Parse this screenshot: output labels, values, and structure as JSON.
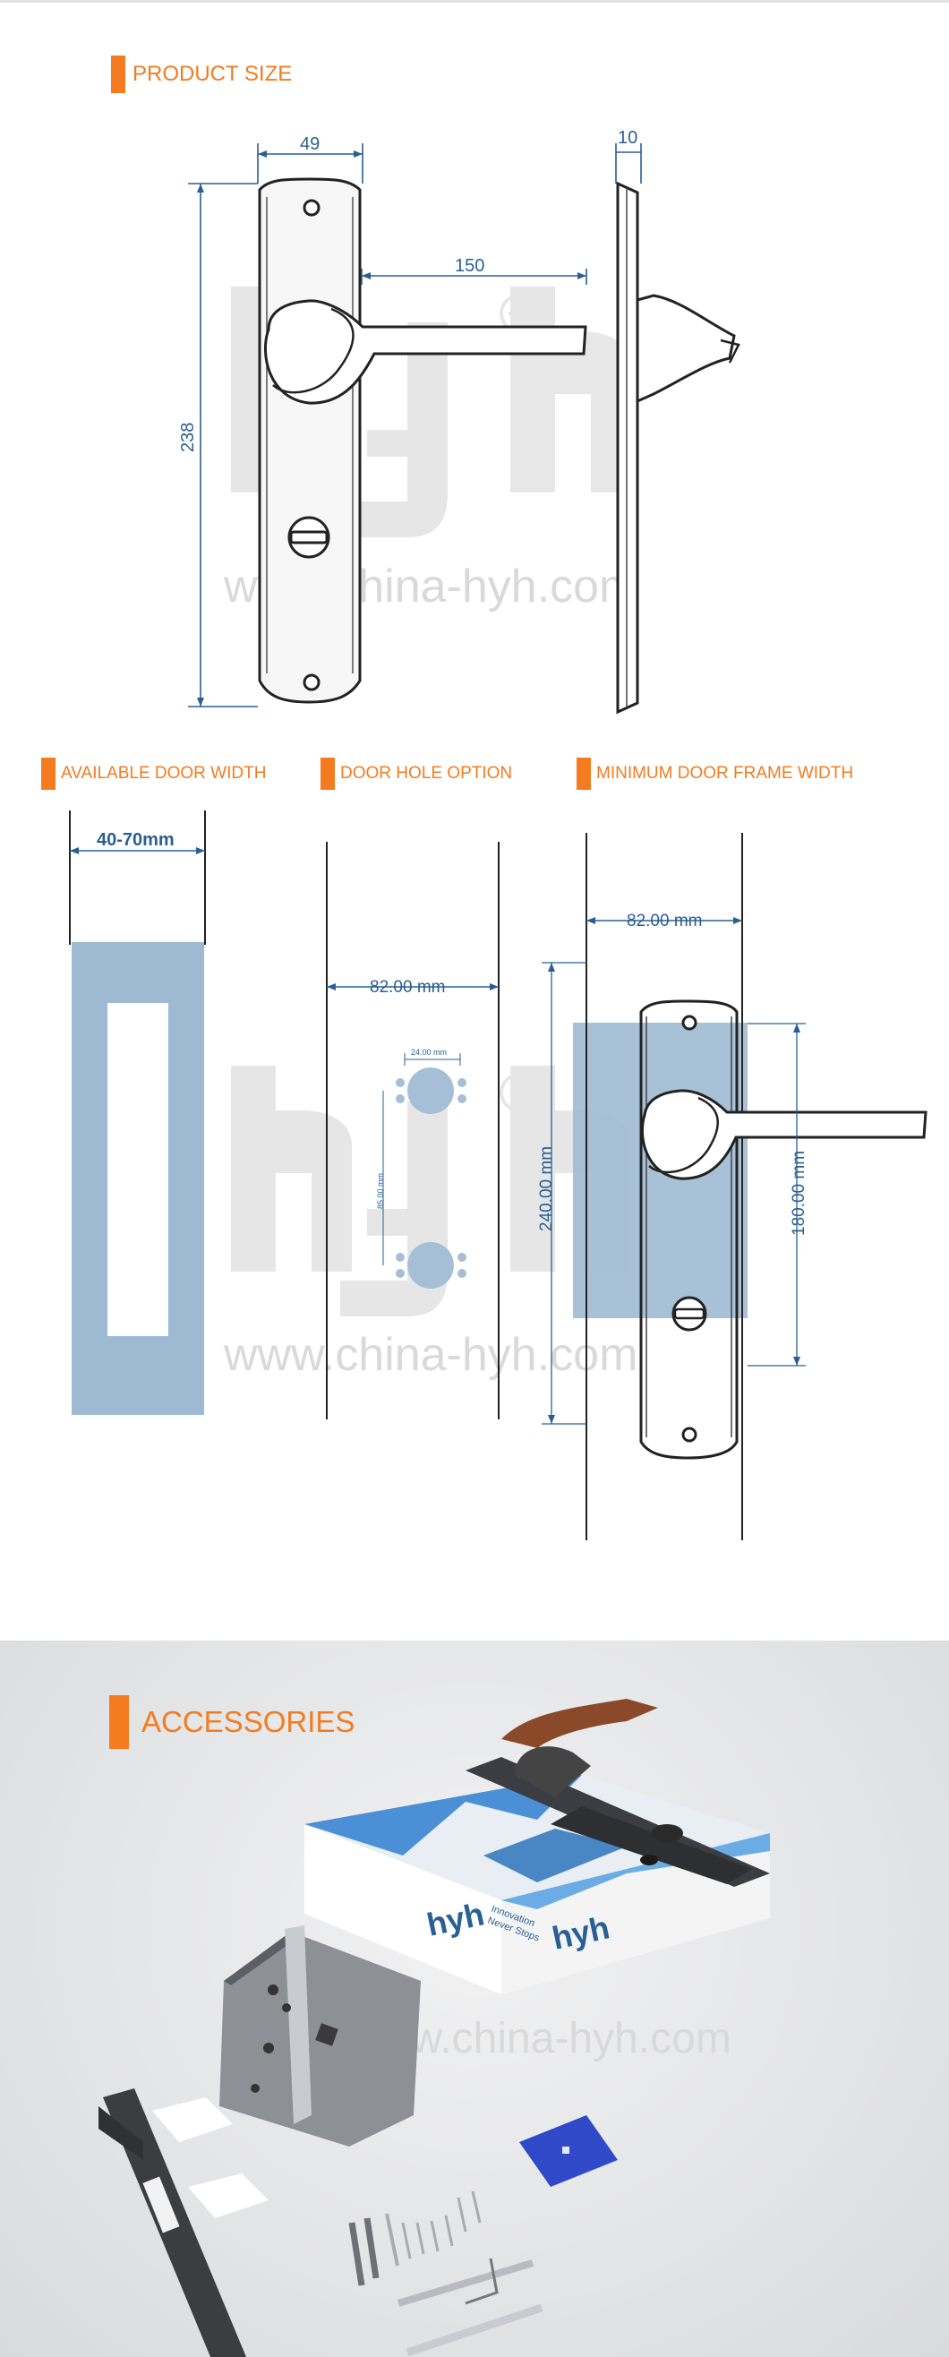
{
  "sections": {
    "product_size": "PRODUCT SIZE",
    "available_door_width": "AVAILABLE DOOR WIDTH",
    "door_hole_option": "DOOR HOLE OPTION",
    "minimum_door_frame_width": "MINIMUM DOOR FRAME WIDTH",
    "accessories": "ACCESSORIES"
  },
  "product_size": {
    "width": "49",
    "thickness": "10",
    "handle_length": "150",
    "height": "238"
  },
  "door_width": {
    "range": "40-70mm"
  },
  "door_hole": {
    "frame": "82.00 mm",
    "hole_spacing": "24.00 mm",
    "center_distance": "85.00 mm"
  },
  "frame_width": {
    "frame": "82.00 mm",
    "plate_height": "240.00 mm",
    "center_height": "180.00 mm"
  },
  "watermark": {
    "brand": "hyh",
    "url": "www.china-hyh.com"
  },
  "accessories_box": {
    "logo": "hyh",
    "tagline_1": "Innovation",
    "tagline_2": "Never Stops"
  },
  "colors": {
    "accent": "#f47b20",
    "dimension": "#2a5f93",
    "door_blue": "#9ebad2"
  }
}
